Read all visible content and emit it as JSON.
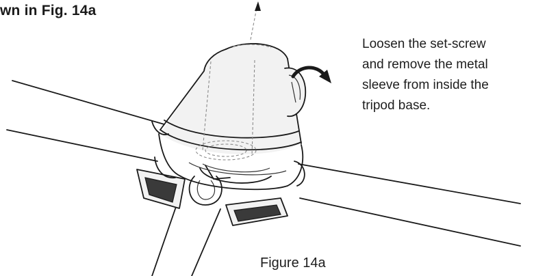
{
  "heading": "wn in Fig. 14a",
  "instruction": {
    "lines": [
      "Loosen the set-screw",
      "and remove the metal",
      "sleeve from inside the",
      "tripod base."
    ]
  },
  "caption": "Figure 14a",
  "icons": {
    "rotate_arrow": "curved-rotation-arrow",
    "pull_direction": "dashed-up-arrow"
  }
}
